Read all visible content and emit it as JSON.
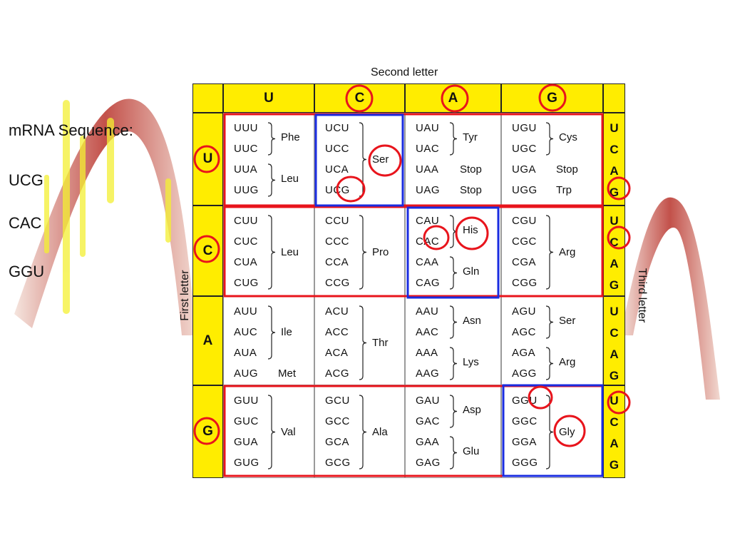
{
  "sequence": {
    "title": "mRNA Sequence:",
    "codons": [
      "UCG",
      "CAC",
      "GGU"
    ]
  },
  "table": {
    "second_letter_label": "Second letter",
    "first_letter_label": "First letter",
    "third_letter_label": "Third letter",
    "second_letters": [
      "U",
      "C",
      "A",
      "G"
    ],
    "first_letters": [
      "U",
      "C",
      "A",
      "G"
    ],
    "third_letters": [
      "U",
      "C",
      "A",
      "G"
    ],
    "rows": [
      [
        {
          "codons": [
            "UUU",
            "UUC",
            "UUA",
            "UUG"
          ],
          "aa": [
            {
              "label": "Phe",
              "span": [
                0,
                1
              ]
            },
            {
              "label": "Leu",
              "span": [
                2,
                3
              ]
            }
          ]
        },
        {
          "codons": [
            "UCU",
            "UCC",
            "UCA",
            "UCG"
          ],
          "aa": [
            {
              "label": "Ser",
              "span": [
                0,
                3
              ]
            }
          ]
        },
        {
          "codons": [
            "UAU",
            "UAC",
            "UAA",
            "UAG"
          ],
          "aa": [
            {
              "label": "Tyr",
              "span": [
                0,
                1
              ]
            },
            {
              "label": "Stop",
              "span": [
                2,
                2
              ]
            },
            {
              "label": "Stop",
              "span": [
                3,
                3
              ]
            }
          ]
        },
        {
          "codons": [
            "UGU",
            "UGC",
            "UGA",
            "UGG"
          ],
          "aa": [
            {
              "label": "Cys",
              "span": [
                0,
                1
              ]
            },
            {
              "label": "Stop",
              "span": [
                2,
                2
              ]
            },
            {
              "label": "Trp",
              "span": [
                3,
                3
              ]
            }
          ]
        }
      ],
      [
        {
          "codons": [
            "CUU",
            "CUC",
            "CUA",
            "CUG"
          ],
          "aa": [
            {
              "label": "Leu",
              "span": [
                0,
                3
              ]
            }
          ]
        },
        {
          "codons": [
            "CCU",
            "CCC",
            "CCA",
            "CCG"
          ],
          "aa": [
            {
              "label": "Pro",
              "span": [
                0,
                3
              ]
            }
          ]
        },
        {
          "codons": [
            "CAU",
            "CAC",
            "CAA",
            "CAG"
          ],
          "aa": [
            {
              "label": "His",
              "span": [
                0,
                1
              ]
            },
            {
              "label": "Gln",
              "span": [
                2,
                3
              ]
            }
          ]
        },
        {
          "codons": [
            "CGU",
            "CGC",
            "CGA",
            "CGG"
          ],
          "aa": [
            {
              "label": "Arg",
              "span": [
                0,
                3
              ]
            }
          ]
        }
      ],
      [
        {
          "codons": [
            "AUU",
            "AUC",
            "AUA",
            "AUG"
          ],
          "aa": [
            {
              "label": "Ile",
              "span": [
                0,
                2
              ]
            },
            {
              "label": "Met",
              "span": [
                3,
                3
              ]
            }
          ]
        },
        {
          "codons": [
            "ACU",
            "ACC",
            "ACA",
            "ACG"
          ],
          "aa": [
            {
              "label": "Thr",
              "span": [
                0,
                3
              ]
            }
          ]
        },
        {
          "codons": [
            "AAU",
            "AAC",
            "AAA",
            "AAG"
          ],
          "aa": [
            {
              "label": "Asn",
              "span": [
                0,
                1
              ]
            },
            {
              "label": "Lys",
              "span": [
                2,
                3
              ]
            }
          ]
        },
        {
          "codons": [
            "AGU",
            "AGC",
            "AGA",
            "AGG"
          ],
          "aa": [
            {
              "label": "Ser",
              "span": [
                0,
                1
              ]
            },
            {
              "label": "Arg",
              "span": [
                2,
                3
              ]
            }
          ]
        }
      ],
      [
        {
          "codons": [
            "GUU",
            "GUC",
            "GUA",
            "GUG"
          ],
          "aa": [
            {
              "label": "Val",
              "span": [
                0,
                3
              ]
            }
          ]
        },
        {
          "codons": [
            "GCU",
            "GCC",
            "GCA",
            "GCG"
          ],
          "aa": [
            {
              "label": "Ala",
              "span": [
                0,
                3
              ]
            }
          ]
        },
        {
          "codons": [
            "GAU",
            "GAC",
            "GAA",
            "GAG"
          ],
          "aa": [
            {
              "label": "Asp",
              "span": [
                0,
                1
              ]
            },
            {
              "label": "Glu",
              "span": [
                2,
                3
              ]
            }
          ]
        },
        {
          "codons": [
            "GGU",
            "GGC",
            "GGA",
            "GGG"
          ],
          "aa": [
            {
              "label": "Gly",
              "span": [
                0,
                3
              ]
            }
          ]
        }
      ]
    ]
  },
  "colors": {
    "header_fill": "#ffed00",
    "highlight_red": "#e8141c",
    "highlight_blue": "#1a2ce0",
    "decor_red": "#a6241d",
    "decor_yellow": "#f4f032"
  }
}
